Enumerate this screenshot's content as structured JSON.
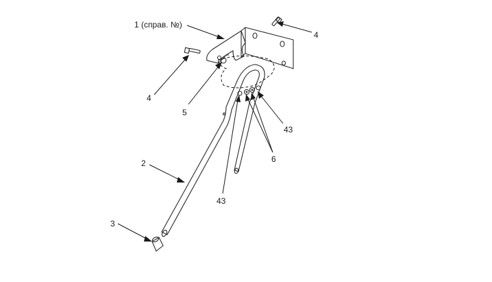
{
  "callouts": {
    "c1": "1 (справ. №)",
    "c4a": "4",
    "c4b": "4",
    "c5": "5",
    "c2": "2",
    "c3": "3",
    "c43a": "43",
    "c43b": "43",
    "c6": "6"
  },
  "colors": {
    "line": "#1a1a1a",
    "bracket_fill": "#8a8a8a",
    "tube_fill": "#f4f4f4"
  }
}
